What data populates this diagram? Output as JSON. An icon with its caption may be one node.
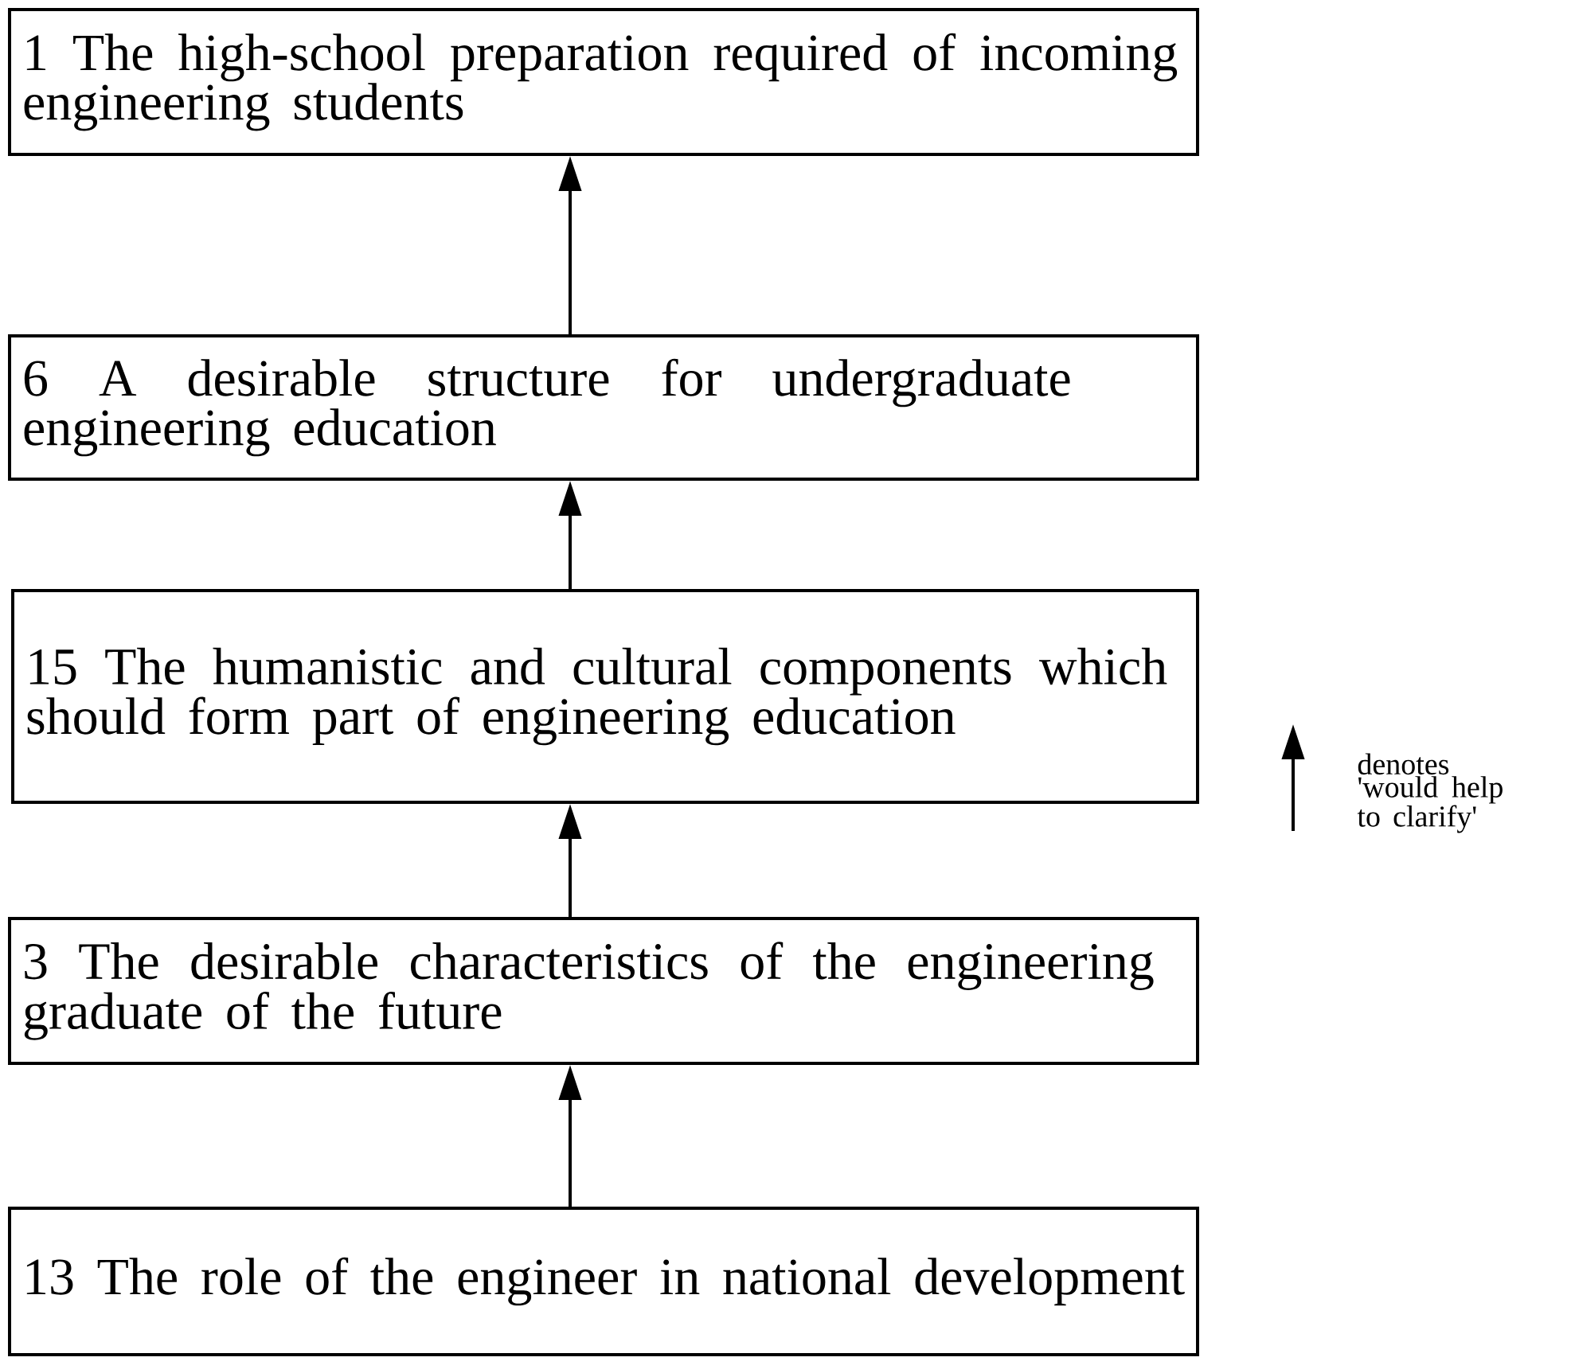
{
  "diagram": {
    "nodes": [
      {
        "text": [
          "1 The high-school preparation required of incoming engineering students"
        ]
      },
      {
        "text": [
          "6 A desirable structure for undergraduate engineering education"
        ]
      },
      {
        "text": [
          "15 The humanistic and cultural components which should form part of engineering education"
        ]
      },
      {
        "text": [
          "3 The desirable characteristics of the engineering graduate of the future"
        ]
      },
      {
        "text": [
          "13 The role of the engineer in national development"
        ]
      }
    ],
    "edges": [
      {
        "from": 4,
        "to": 3,
        "arrow": "to"
      },
      {
        "from": 3,
        "to": 2,
        "arrow": "to"
      },
      {
        "from": 2,
        "to": 1,
        "arrow": "to"
      },
      {
        "from": 1,
        "to": 0,
        "arrow": "to"
      }
    ],
    "legend": [
      {
        "text": "denotes 'would help to clarify'"
      }
    ]
  }
}
